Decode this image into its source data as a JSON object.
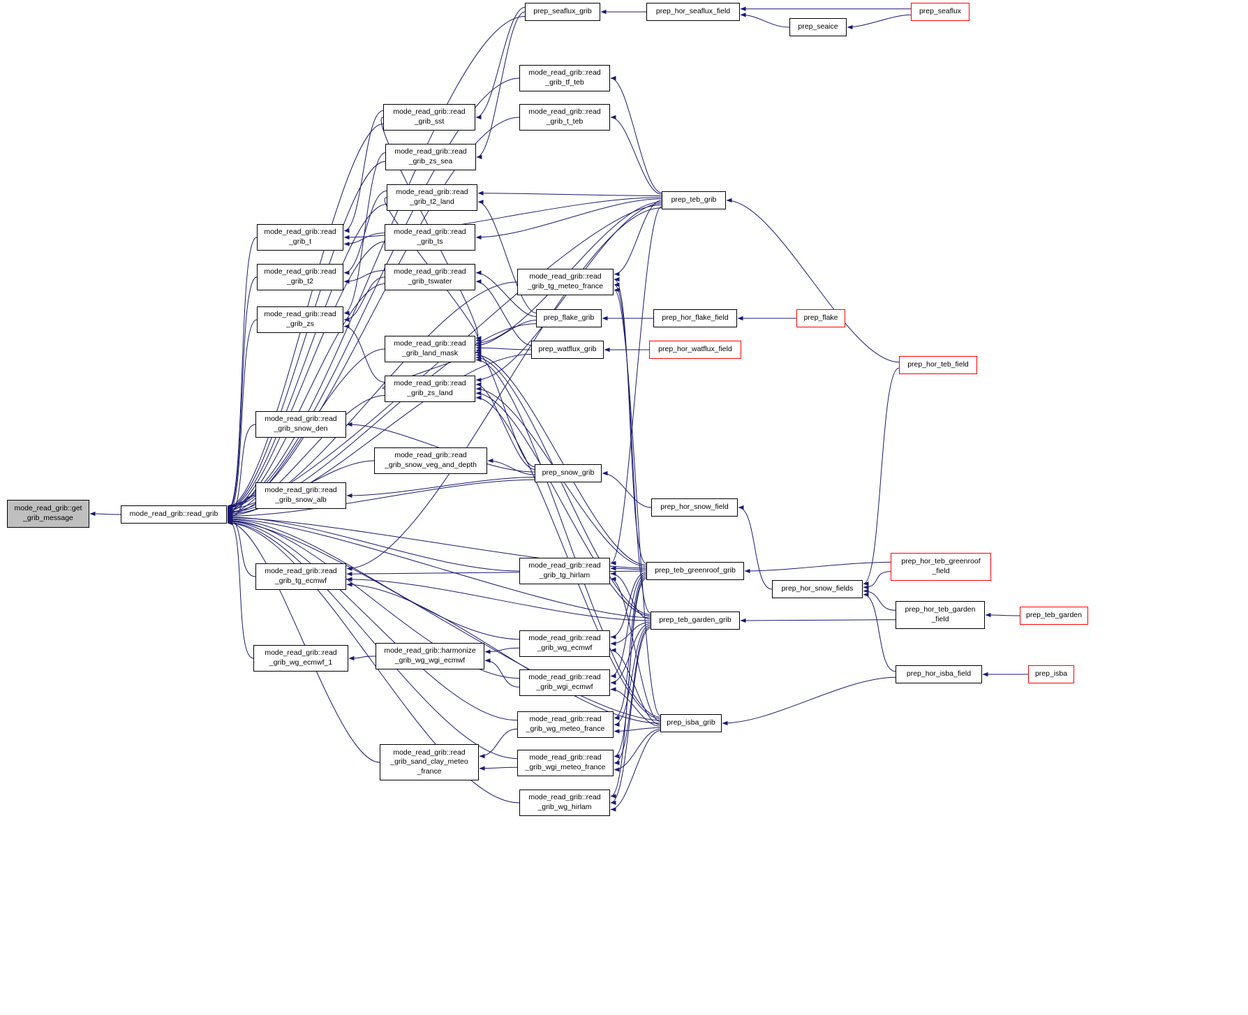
{
  "diagram": {
    "type": "doxygen-caller-graph",
    "highlighted_function": "mode_read_grib::get_grib_message",
    "edge_format": "[caller, callee] — arrowhead drawn at callee",
    "colors": {
      "edge": "#191970",
      "node_border": "#000000",
      "truncated_node_border": "#ff0000",
      "highlight_fill": "#bfbfbf",
      "node_fill": "#ffffff"
    },
    "nodes": [
      {
        "id": "get_grib_message",
        "label": "mode_read_grib::get\n_grib_message",
        "type": "highlight"
      },
      {
        "id": "read_grib",
        "label": "mode_read_grib::read_grib",
        "type": "normal"
      },
      {
        "id": "read_grib_sst",
        "label": "mode_read_grib::read\n_grib_sst",
        "type": "normal"
      },
      {
        "id": "read_grib_zs_sea",
        "label": "mode_read_grib::read\n_grib_zs_sea",
        "type": "normal"
      },
      {
        "id": "read_grib_t2_land",
        "label": "mode_read_grib::read\n_grib_t2_land",
        "type": "normal"
      },
      {
        "id": "read_grib_t",
        "label": "mode_read_grib::read\n_grib_t",
        "type": "normal"
      },
      {
        "id": "read_grib_ts",
        "label": "mode_read_grib::read\n_grib_ts",
        "type": "normal"
      },
      {
        "id": "read_grib_t2",
        "label": "mode_read_grib::read\n_grib_t2",
        "type": "normal"
      },
      {
        "id": "read_grib_tswater",
        "label": "mode_read_grib::read\n_grib_tswater",
        "type": "normal"
      },
      {
        "id": "read_grib_zs",
        "label": "mode_read_grib::read\n_grib_zs",
        "type": "normal"
      },
      {
        "id": "read_grib_land_mask",
        "label": "mode_read_grib::read\n_grib_land_mask",
        "type": "normal"
      },
      {
        "id": "read_grib_zs_land",
        "label": "mode_read_grib::read\n_grib_zs_land",
        "type": "normal"
      },
      {
        "id": "read_grib_snow_den",
        "label": "mode_read_grib::read\n_grib_snow_den",
        "type": "normal"
      },
      {
        "id": "read_grib_snow_veg_and_depth",
        "label": "mode_read_grib::read\n_grib_snow_veg_and_depth",
        "type": "normal"
      },
      {
        "id": "read_grib_snow_alb",
        "label": "mode_read_grib::read\n_grib_snow_alb",
        "type": "normal"
      },
      {
        "id": "read_grib_tg_ecmwf",
        "label": "mode_read_grib::read\n_grib_tg_ecmwf",
        "type": "normal"
      },
      {
        "id": "read_grib_wg_ecmwf_1",
        "label": "mode_read_grib::read\n_grib_wg_ecmwf_1",
        "type": "normal"
      },
      {
        "id": "harmonize_grib_wg_wgi_ecmwf",
        "label": "mode_read_grib::harmonize\n_grib_wg_wgi_ecmwf",
        "type": "normal"
      },
      {
        "id": "read_grib_sand_clay_meteo_france",
        "label": "mode_read_grib::read\n_grib_sand_clay_meteo\n_france",
        "type": "normal"
      },
      {
        "id": "read_grib_tf_teb",
        "label": "mode_read_grib::read\n_grib_tf_teb",
        "type": "normal"
      },
      {
        "id": "read_grib_t_teb",
        "label": "mode_read_grib::read\n_grib_t_teb",
        "type": "normal"
      },
      {
        "id": "read_grib_tg_meteo_france",
        "label": "mode_read_grib::read\n_grib_tg_meteo_france",
        "type": "normal"
      },
      {
        "id": "read_grib_tg_hirlam",
        "label": "mode_read_grib::read\n_grib_tg_hirlam",
        "type": "normal"
      },
      {
        "id": "read_grib_wg_ecmwf",
        "label": "mode_read_grib::read\n_grib_wg_ecmwf",
        "type": "normal"
      },
      {
        "id": "read_grib_wgi_ecmwf",
        "label": "mode_read_grib::read\n_grib_wgi_ecmwf",
        "type": "normal"
      },
      {
        "id": "read_grib_wg_meteo_france",
        "label": "mode_read_grib::read\n_grib_wg_meteo_france",
        "type": "normal"
      },
      {
        "id": "read_grib_wgi_meteo_france",
        "label": "mode_read_grib::read\n_grib_wgi_meteo_france",
        "type": "normal"
      },
      {
        "id": "read_grib_wg_hirlam",
        "label": "mode_read_grib::read\n_grib_wg_hirlam",
        "type": "normal"
      },
      {
        "id": "prep_seaflux_grib",
        "label": "prep_seaflux_grib",
        "type": "normal"
      },
      {
        "id": "prep_hor_seaflux_field",
        "label": "prep_hor_seaflux_field",
        "type": "normal"
      },
      {
        "id": "prep_seaice",
        "label": "prep_seaice",
        "type": "normal"
      },
      {
        "id": "prep_seaflux",
        "label": "prep_seaflux",
        "type": "red"
      },
      {
        "id": "prep_teb_grib",
        "label": "prep_teb_grib",
        "type": "normal"
      },
      {
        "id": "prep_flake_grib",
        "label": "prep_flake_grib",
        "type": "normal"
      },
      {
        "id": "prep_hor_flake_field",
        "label": "prep_hor_flake_field",
        "type": "normal"
      },
      {
        "id": "prep_flake",
        "label": "prep_flake",
        "type": "red"
      },
      {
        "id": "prep_watflux_grib",
        "label": "prep_watflux_grib",
        "type": "normal"
      },
      {
        "id": "prep_hor_watflux_field",
        "label": "prep_hor_watflux_field",
        "type": "red"
      },
      {
        "id": "prep_snow_grib",
        "label": "prep_snow_grib",
        "type": "normal"
      },
      {
        "id": "prep_hor_snow_field",
        "label": "prep_hor_snow_field",
        "type": "normal"
      },
      {
        "id": "prep_teb_greenroof_grib",
        "label": "prep_teb_greenroof_grib",
        "type": "normal"
      },
      {
        "id": "prep_teb_garden_grib",
        "label": "prep_teb_garden_grib",
        "type": "normal"
      },
      {
        "id": "prep_isba_grib",
        "label": "prep_isba_grib",
        "type": "normal"
      },
      {
        "id": "prep_hor_teb_field",
        "label": "prep_hor_teb_field",
        "type": "red"
      },
      {
        "id": "prep_hor_snow_fields",
        "label": "prep_hor_snow_fields",
        "type": "normal"
      },
      {
        "id": "prep_hor_teb_greenroof_field",
        "label": "prep_hor_teb_greenroof\n_field",
        "type": "red"
      },
      {
        "id": "prep_hor_teb_garden_field",
        "label": "prep_hor_teb_garden\n_field",
        "type": "normal"
      },
      {
        "id": "prep_teb_garden",
        "label": "prep_teb_garden",
        "type": "red"
      },
      {
        "id": "prep_hor_isba_field",
        "label": "prep_hor_isba_field",
        "type": "normal"
      },
      {
        "id": "prep_isba",
        "label": "prep_isba",
        "type": "red"
      }
    ],
    "edges": [
      [
        "read_grib",
        "get_grib_message"
      ],
      [
        "read_grib_sst",
        "read_grib"
      ],
      [
        "read_grib_zs_sea",
        "read_grib"
      ],
      [
        "read_grib_t2_land",
        "read_grib"
      ],
      [
        "read_grib_t",
        "read_grib"
      ],
      [
        "read_grib_ts",
        "read_grib"
      ],
      [
        "read_grib_t2",
        "read_grib"
      ],
      [
        "read_grib_tswater",
        "read_grib"
      ],
      [
        "read_grib_zs",
        "read_grib"
      ],
      [
        "read_grib_land_mask",
        "read_grib"
      ],
      [
        "read_grib_zs_land",
        "read_grib"
      ],
      [
        "read_grib_snow_den",
        "read_grib"
      ],
      [
        "read_grib_snow_veg_and_depth",
        "read_grib"
      ],
      [
        "read_grib_snow_alb",
        "read_grib"
      ],
      [
        "read_grib_tg_ecmwf",
        "read_grib"
      ],
      [
        "read_grib_wg_ecmwf_1",
        "read_grib"
      ],
      [
        "read_grib_sand_clay_meteo_france",
        "read_grib"
      ],
      [
        "read_grib_tf_teb",
        "read_grib"
      ],
      [
        "read_grib_t_teb",
        "read_grib"
      ],
      [
        "read_grib_tg_meteo_france",
        "read_grib"
      ],
      [
        "read_grib_tg_hirlam",
        "read_grib"
      ],
      [
        "read_grib_wg_ecmwf",
        "read_grib"
      ],
      [
        "read_grib_wgi_ecmwf",
        "read_grib"
      ],
      [
        "read_grib_wg_meteo_france",
        "read_grib"
      ],
      [
        "read_grib_wgi_meteo_france",
        "read_grib"
      ],
      [
        "read_grib_wg_hirlam",
        "read_grib"
      ],
      [
        "prep_flake_grib",
        "read_grib"
      ],
      [
        "prep_watflux_grib",
        "read_grib"
      ],
      [
        "prep_snow_grib",
        "read_grib"
      ],
      [
        "prep_seaflux_grib",
        "read_grib"
      ],
      [
        "prep_teb_grib",
        "read_grib"
      ],
      [
        "prep_teb_greenroof_grib",
        "read_grib"
      ],
      [
        "prep_teb_garden_grib",
        "read_grib"
      ],
      [
        "prep_isba_grib",
        "read_grib"
      ],
      [
        "prep_seaflux_grib",
        "read_grib_sst"
      ],
      [
        "prep_seaflux_grib",
        "read_grib_zs_sea"
      ],
      [
        "prep_teb_grib",
        "read_grib_t2_land"
      ],
      [
        "prep_flake_grib",
        "read_grib_t2_land"
      ],
      [
        "read_grib_ts",
        "read_grib_t"
      ],
      [
        "read_grib_sst",
        "read_grib_t"
      ],
      [
        "prep_teb_grib",
        "read_grib_t"
      ],
      [
        "prep_teb_grib",
        "read_grib_ts"
      ],
      [
        "read_grib_t2_land",
        "read_grib_t2"
      ],
      [
        "read_grib_tswater",
        "read_grib_t2"
      ],
      [
        "prep_flake_grib",
        "read_grib_tswater"
      ],
      [
        "prep_watflux_grib",
        "read_grib_tswater"
      ],
      [
        "read_grib_zs_sea",
        "read_grib_zs"
      ],
      [
        "read_grib_zs_land",
        "read_grib_zs"
      ],
      [
        "read_grib_tswater",
        "read_grib_zs"
      ],
      [
        "read_grib_sst",
        "read_grib_land_mask"
      ],
      [
        "read_grib_t2_land",
        "read_grib_land_mask"
      ],
      [
        "read_grib_zs_land",
        "read_grib_land_mask"
      ],
      [
        "prep_flake_grib",
        "read_grib_land_mask"
      ],
      [
        "prep_watflux_grib",
        "read_grib_land_mask"
      ],
      [
        "prep_snow_grib",
        "read_grib_land_mask"
      ],
      [
        "prep_teb_grib",
        "read_grib_land_mask"
      ],
      [
        "prep_isba_grib",
        "read_grib_land_mask"
      ],
      [
        "prep_teb_garden_grib",
        "read_grib_land_mask"
      ],
      [
        "prep_teb_greenroof_grib",
        "read_grib_land_mask"
      ],
      [
        "prep_teb_grib",
        "read_grib_zs_land"
      ],
      [
        "prep_snow_grib",
        "read_grib_zs_land"
      ],
      [
        "prep_isba_grib",
        "read_grib_zs_land"
      ],
      [
        "prep_teb_garden_grib",
        "read_grib_zs_land"
      ],
      [
        "prep_teb_greenroof_grib",
        "read_grib_zs_land"
      ],
      [
        "prep_snow_grib",
        "read_grib_snow_den"
      ],
      [
        "prep_snow_grib",
        "read_grib_snow_veg_and_depth"
      ],
      [
        "prep_snow_grib",
        "read_grib_snow_alb"
      ],
      [
        "prep_teb_grib",
        "read_grib_tg_ecmwf"
      ],
      [
        "prep_isba_grib",
        "read_grib_tg_ecmwf"
      ],
      [
        "prep_teb_garden_grib",
        "read_grib_tg_ecmwf"
      ],
      [
        "prep_teb_greenroof_grib",
        "read_grib_tg_ecmwf"
      ],
      [
        "harmonize_grib_wg_wgi_ecmwf",
        "read_grib_wg_ecmwf_1"
      ],
      [
        "read_grib_wg_ecmwf",
        "harmonize_grib_wg_wgi_ecmwf"
      ],
      [
        "read_grib_wgi_ecmwf",
        "harmonize_grib_wg_wgi_ecmwf"
      ],
      [
        "read_grib_wg_meteo_france",
        "read_grib_sand_clay_meteo_france"
      ],
      [
        "read_grib_wgi_meteo_france",
        "read_grib_sand_clay_meteo_france"
      ],
      [
        "prep_teb_grib",
        "read_grib_tf_teb"
      ],
      [
        "prep_teb_grib",
        "read_grib_t_teb"
      ],
      [
        "prep_teb_grib",
        "read_grib_tg_meteo_france"
      ],
      [
        "prep_isba_grib",
        "read_grib_tg_meteo_france"
      ],
      [
        "prep_teb_garden_grib",
        "read_grib_tg_meteo_france"
      ],
      [
        "prep_teb_greenroof_grib",
        "read_grib_tg_meteo_france"
      ],
      [
        "prep_teb_grib",
        "read_grib_tg_hirlam"
      ],
      [
        "prep_isba_grib",
        "read_grib_tg_hirlam"
      ],
      [
        "prep_teb_garden_grib",
        "read_grib_tg_hirlam"
      ],
      [
        "prep_teb_greenroof_grib",
        "read_grib_tg_hirlam"
      ],
      [
        "prep_isba_grib",
        "read_grib_wg_ecmwf"
      ],
      [
        "prep_teb_garden_grib",
        "read_grib_wg_ecmwf"
      ],
      [
        "prep_teb_greenroof_grib",
        "read_grib_wg_ecmwf"
      ],
      [
        "prep_isba_grib",
        "read_grib_wgi_ecmwf"
      ],
      [
        "prep_teb_garden_grib",
        "read_grib_wgi_ecmwf"
      ],
      [
        "prep_teb_greenroof_grib",
        "read_grib_wgi_ecmwf"
      ],
      [
        "prep_isba_grib",
        "read_grib_wg_meteo_france"
      ],
      [
        "prep_teb_garden_grib",
        "read_grib_wg_meteo_france"
      ],
      [
        "prep_teb_greenroof_grib",
        "read_grib_wg_meteo_france"
      ],
      [
        "prep_isba_grib",
        "read_grib_wgi_meteo_france"
      ],
      [
        "prep_teb_garden_grib",
        "read_grib_wgi_meteo_france"
      ],
      [
        "prep_teb_greenroof_grib",
        "read_grib_wgi_meteo_france"
      ],
      [
        "prep_isba_grib",
        "read_grib_wg_hirlam"
      ],
      [
        "prep_teb_garden_grib",
        "read_grib_wg_hirlam"
      ],
      [
        "prep_teb_greenroof_grib",
        "read_grib_wg_hirlam"
      ],
      [
        "prep_hor_seaflux_field",
        "prep_seaflux_grib"
      ],
      [
        "prep_seaice",
        "prep_hor_seaflux_field"
      ],
      [
        "prep_seaflux",
        "prep_hor_seaflux_field"
      ],
      [
        "prep_seaflux",
        "prep_seaice"
      ],
      [
        "prep_hor_flake_field",
        "prep_flake_grib"
      ],
      [
        "prep_flake",
        "prep_hor_flake_field"
      ],
      [
        "prep_hor_watflux_field",
        "prep_watflux_grib"
      ],
      [
        "prep_hor_teb_field",
        "prep_teb_grib"
      ],
      [
        "prep_hor_snow_field",
        "prep_snow_grib"
      ],
      [
        "prep_hor_snow_fields",
        "prep_hor_snow_field"
      ],
      [
        "prep_hor_teb_greenroof_field",
        "prep_hor_snow_fields"
      ],
      [
        "prep_hor_teb_garden_field",
        "prep_hor_snow_fields"
      ],
      [
        "prep_hor_isba_field",
        "prep_hor_snow_fields"
      ],
      [
        "prep_hor_teb_field",
        "prep_hor_snow_fields"
      ],
      [
        "prep_hor_teb_greenroof_field",
        "prep_teb_greenroof_grib"
      ],
      [
        "prep_hor_teb_garden_field",
        "prep_teb_garden_grib"
      ],
      [
        "prep_hor_isba_field",
        "prep_isba_grib"
      ],
      [
        "prep_teb_garden",
        "prep_hor_teb_garden_field"
      ],
      [
        "prep_isba",
        "prep_hor_isba_field"
      ]
    ]
  }
}
